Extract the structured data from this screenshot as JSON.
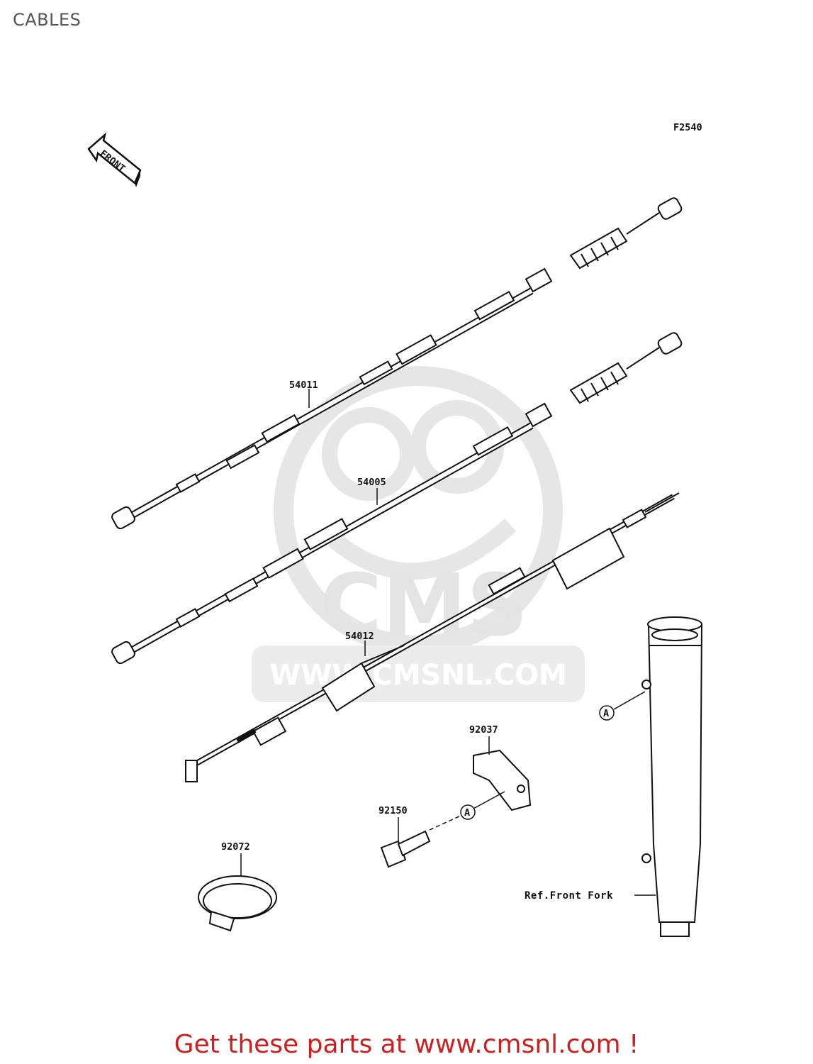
{
  "page": {
    "title": "CABLES",
    "figure_code": "F2540",
    "footer_cta": "Get these parts at www.cmsnl.com !"
  },
  "orientation": {
    "label": "FRONT"
  },
  "parts": [
    {
      "number": "54011"
    },
    {
      "number": "54005"
    },
    {
      "number": "54012"
    },
    {
      "number": "92037"
    },
    {
      "number": "92150"
    },
    {
      "number": "92072"
    }
  ],
  "reference_markers": {
    "a": "A"
  },
  "reference_note": "Ref.Front Fork",
  "watermark": {
    "brand": "CMS",
    "url": "WWW.CMSNL.COM"
  },
  "colors": {
    "footer_text": "#cc1f1f",
    "watermark": "#e4e4e4",
    "line_art": "#111111"
  }
}
